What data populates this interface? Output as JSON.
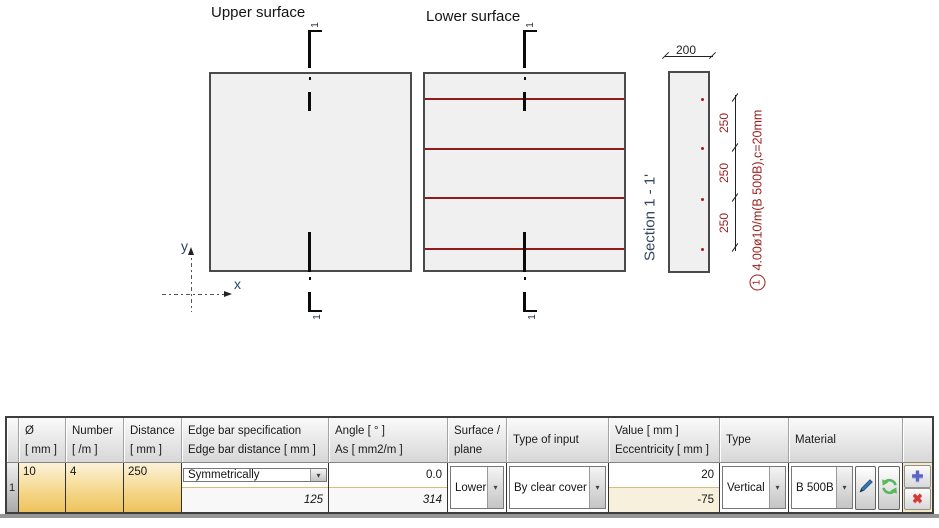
{
  "drawing": {
    "labels": {
      "upper": "Upper surface",
      "lower": "Lower surface",
      "section": "Section 1 - 1'"
    },
    "axis": {
      "x": "x",
      "y": "y"
    },
    "dimensions": {
      "width": "200",
      "spacing": [
        "250",
        "250",
        "250"
      ]
    },
    "annotation": {
      "index": "1",
      "text": "4.00ø10/m(B 500B),c=20mm"
    },
    "cut_label": "1",
    "colors": {
      "rebar": "#8e1c1c",
      "annotation_red": "#9b1c1c",
      "axis_blue": "#27466f",
      "section_blue": "#36455e",
      "concrete_fill": "#f0f0f0",
      "row_highlight": "#eec25c"
    }
  },
  "table": {
    "headers": [
      {
        "line1": "Ø",
        "line2": "[ mm ]"
      },
      {
        "line1": "Number",
        "line2": "[ /m ]"
      },
      {
        "line1": "Distance",
        "line2": "[ mm ]"
      },
      {
        "line1": "Edge bar specification",
        "line2": "Edge bar distance  [ mm ]"
      },
      {
        "line1": "Angle  [ ° ]",
        "line2": "As  [ mm2/m ]"
      },
      {
        "line1": "Surface /",
        "line2": "plane"
      },
      {
        "line1": "Type of input",
        "line2": ""
      },
      {
        "line1": "Value  [ mm ]",
        "line2": "Eccentricity  [ mm ]"
      },
      {
        "line1": "Type",
        "line2": ""
      },
      {
        "line1": "Material",
        "line2": ""
      }
    ],
    "row": {
      "index": "1",
      "diameter": "10",
      "number": "4",
      "distance": "250",
      "edge_bar_specification": "Symmetrically",
      "edge_bar_distance": "125",
      "angle": "0.0",
      "as": "314",
      "surface": "Lower",
      "type_of_input": "By clear cover",
      "value": "20",
      "eccentricity": "-75",
      "type": "Vertical",
      "material": "B 500B"
    },
    "icons": {
      "dropdown_glyph": "▾",
      "add_glyph": "✚",
      "delete_glyph": "✖"
    }
  }
}
